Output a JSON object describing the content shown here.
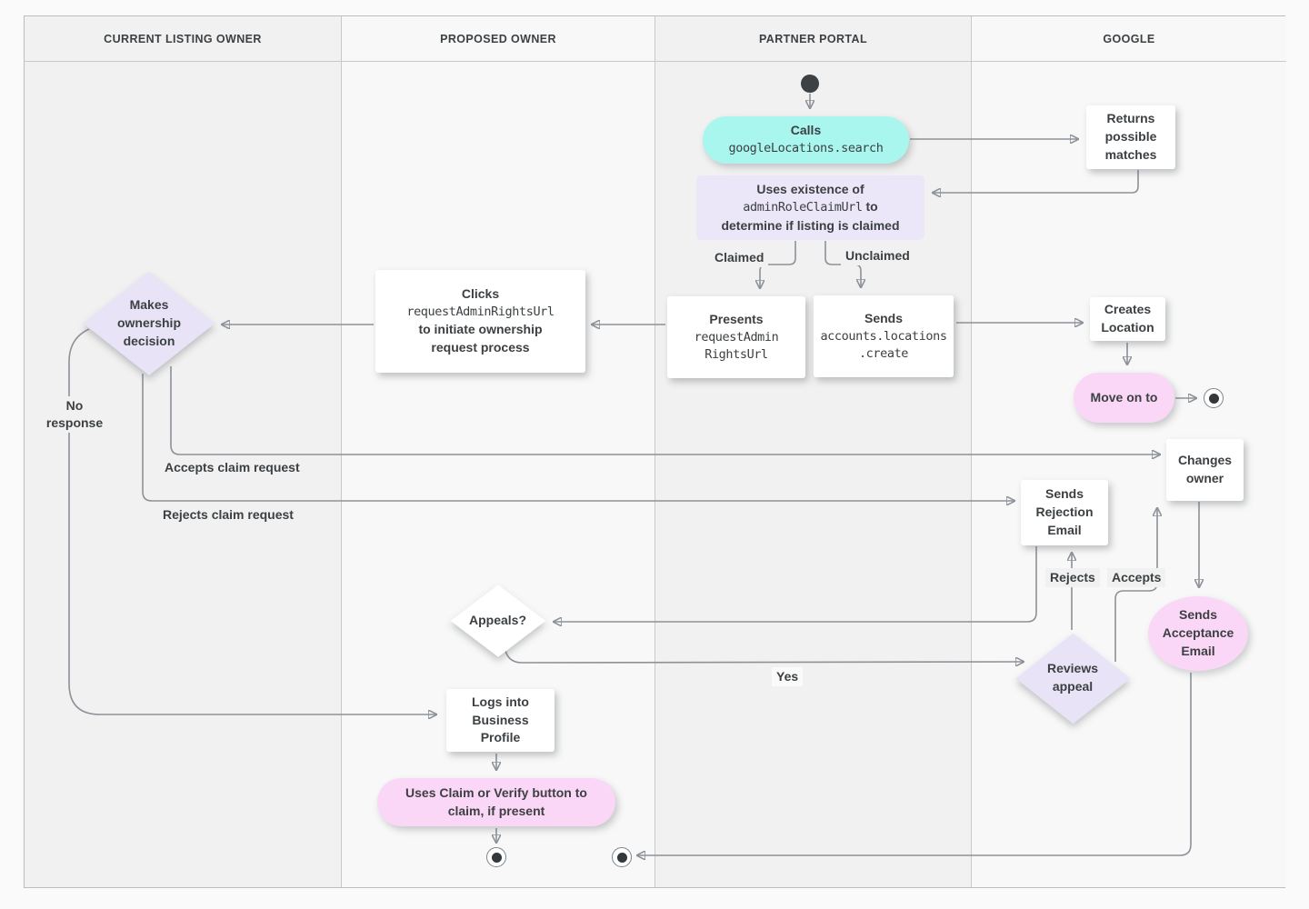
{
  "diagram": {
    "lanes": [
      {
        "title": "CURRENT LISTING OWNER"
      },
      {
        "title": "PROPOSED OWNER"
      },
      {
        "title": "PARTNER PORTAL"
      },
      {
        "title": "GOOGLE"
      }
    ],
    "nodes": {
      "calls": {
        "title": "Calls",
        "code": "googleLocations.search"
      },
      "returns_matches": {
        "text": "Returns possible matches"
      },
      "uses_existence": {
        "pre": "Uses existence of",
        "code": "adminRoleClaimUrl",
        "post": "to",
        "tail": "determine if listing is claimed"
      },
      "presents": {
        "title": "Presents",
        "code_lines": [
          "requestAdmin",
          "RightsUrl"
        ]
      },
      "sends_create": {
        "title": "Sends",
        "code_lines": [
          "accounts.locations",
          ".create"
        ]
      },
      "creates_location": {
        "text": "Creates Location"
      },
      "move_on": {
        "text": "Move on to"
      },
      "clicks": {
        "title": "Clicks",
        "code": "requestAdminRightsUrl",
        "tail": "to initiate ownership request process"
      },
      "makes_decision": {
        "text": "Makes ownership decision"
      },
      "changes_owner": {
        "text": "Changes owner"
      },
      "sends_rejection": {
        "text": "Sends Rejection Email"
      },
      "sends_acceptance": {
        "text": "Sends Acceptance Email"
      },
      "appeals": {
        "text": "Appeals?"
      },
      "reviews_appeal": {
        "text": "Reviews appeal"
      },
      "logs_into": {
        "text": "Logs into Business Profile"
      },
      "uses_claim": {
        "text": "Uses Claim or Verify button to claim, if present"
      }
    },
    "edge_labels": {
      "claimed": "Claimed",
      "unclaimed": "Unclaimed",
      "no_response": "No response",
      "accepts_claim": "Accepts claim request",
      "rejects_claim": "Rejects claim request",
      "rejects": "Rejects",
      "accepts": "Accepts",
      "yes": "Yes"
    },
    "colors": {
      "teal": "#a9f6ee",
      "lavender": "#e8e3f6",
      "pink": "#fbd7f7",
      "node_text": "#3c4043",
      "edge": "#8d9298",
      "lane_odd": "#f1f1f1",
      "lane_even": "#f8f8f8"
    }
  }
}
